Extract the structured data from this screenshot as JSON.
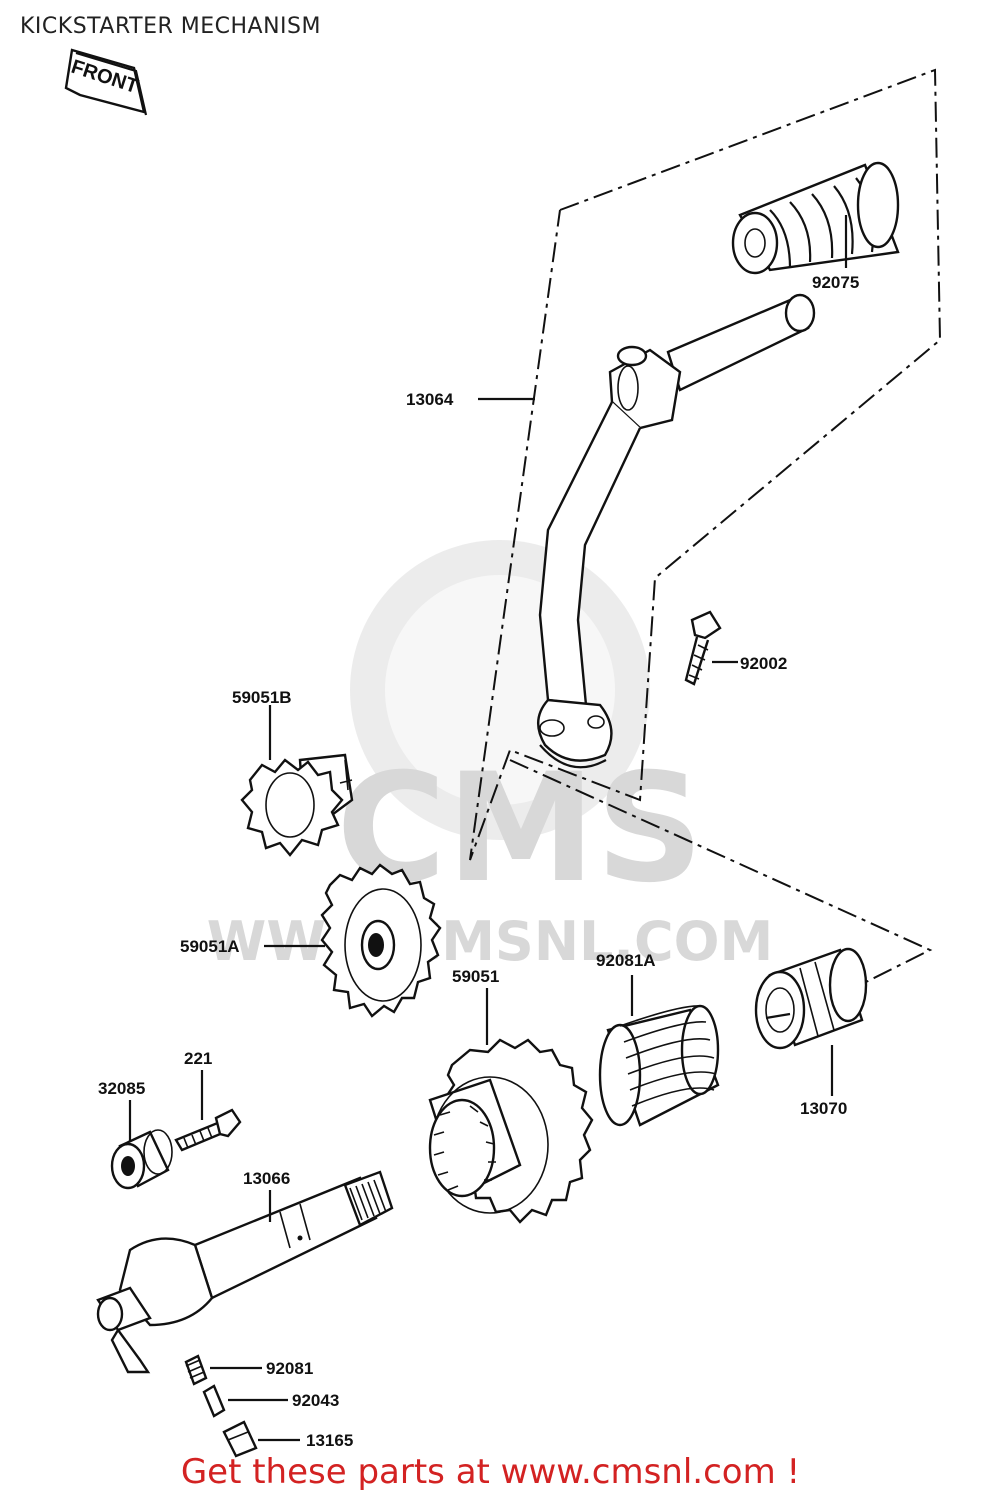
{
  "title": "KICKSTARTER MECHANISM",
  "front_tag": "FRONT",
  "footer": "Get these parts at www.cmsnl.com !",
  "watermark": {
    "brand": "CMS",
    "url": "WWW.CMSNL.COM"
  },
  "parts": {
    "p92075": "92075",
    "p13064": "13064",
    "p92002": "92002",
    "p59051B": "59051B",
    "p59051A": "59051A",
    "p92081A": "92081A",
    "p59051": "59051",
    "p221": "221",
    "p32085": "32085",
    "p13070": "13070",
    "p13066": "13066",
    "p92081": "92081",
    "p92043": "92043",
    "p13165": "13165"
  },
  "colors": {
    "footer": "#d32222",
    "ink": "#111111",
    "watermark": "#d8d8d8"
  }
}
